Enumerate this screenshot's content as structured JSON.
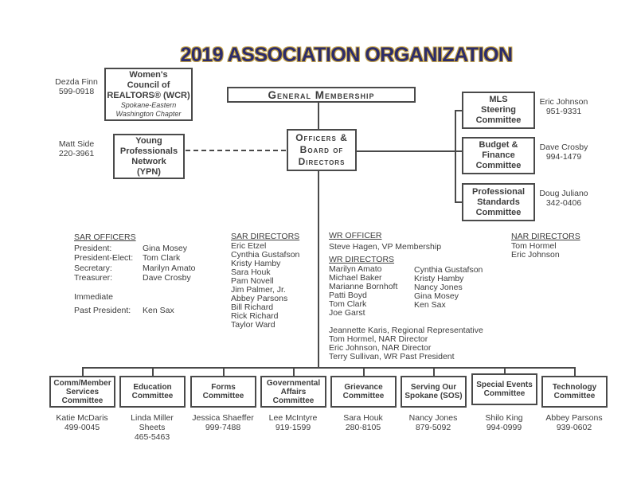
{
  "title": "2019 ASSOCIATION ORGANIZATION",
  "colors": {
    "title_fill": "#2c2c6a",
    "title_outline": "#c9a648",
    "line": "#4a4a4a",
    "text": "#3d3d3d"
  },
  "boxes": {
    "womens_council": {
      "l1": "Women's",
      "l2": "Council of",
      "l3": "REALTORS® (WCR)",
      "sub1": "Spokane-Eastern",
      "sub2": "Washington Chapter"
    },
    "general_membership": {
      "label": "General Membership"
    },
    "ypn": {
      "l1": "Young",
      "l2": "Professionals",
      "l3": "Network",
      "l4": "(YPN)"
    },
    "officers_board": {
      "l1": "Officers &",
      "l2": "Board of",
      "l3": "Directors"
    },
    "mls": {
      "l1": "MLS",
      "l2": "Steering",
      "l3": "Committee"
    },
    "budget": {
      "l1": "Budget &",
      "l2": "Finance",
      "l3": "Committee"
    },
    "prof_standards": {
      "l1": "Professional",
      "l2": "Standards",
      "l3": "Committee"
    }
  },
  "contacts": {
    "dezda": {
      "name": "Dezda Finn",
      "phone": "599-0918"
    },
    "matt": {
      "name": "Matt Side",
      "phone": "220-3961"
    },
    "mls": {
      "name": "Eric Johnson",
      "phone": "951-9331"
    },
    "budget": {
      "name": "Dave Crosby",
      "phone": "994-1479"
    },
    "prof": {
      "name": "Doug Juliano",
      "phone": "342-0406"
    }
  },
  "sar_officers": {
    "heading": "SAR OFFICERS",
    "rows": [
      [
        "President:",
        "Gina Mosey"
      ],
      [
        "President-Elect:",
        "Tom Clark"
      ],
      [
        "Secretary:",
        "Marilyn Amato"
      ],
      [
        "Treasurer:",
        "Dave Crosby"
      ]
    ],
    "immediate": "Immediate",
    "past_label": "Past President:",
    "past_name": "Ken Sax"
  },
  "sar_directors": {
    "heading": "SAR DIRECTORS",
    "names": [
      "Eric Etzel",
      "Cynthia Gustafson",
      "Kristy Hamby",
      "Sara Houk",
      "Pam Novell",
      "Jim Palmer, Jr.",
      "Abbey Parsons",
      "Bill Richard",
      "Rick Richard",
      "Taylor Ward"
    ]
  },
  "wr_officer": {
    "heading": "WR OFFICER",
    "line": "Steve Hagen, VP Membership"
  },
  "wr_directors": {
    "heading": "WR DIRECTORS",
    "col1": [
      "Marilyn Amato",
      "Michael Baker",
      "Marianne Bornhoft",
      "Patti Boyd",
      "Tom Clark",
      "Joe Garst"
    ],
    "col2": [
      "Cynthia Gustafson",
      "Kristy Hamby",
      "Nancy Jones",
      "Gina Mosey",
      "Ken Sax"
    ]
  },
  "wr_notes": [
    "Jeannette Karis, Regional Representative",
    "Tom Hormel, NAR Director",
    "Eric Johnson, NAR Director",
    "Terry Sullivan, WR Past President"
  ],
  "nar_directors": {
    "heading": "NAR DIRECTORS",
    "names": [
      "Tom Hormel",
      "Eric Johnson"
    ]
  },
  "committees": [
    {
      "name_lines": [
        "Comm/Member",
        "Services",
        "Committee"
      ],
      "contact_lines": [
        "Katie McDaris",
        "499-0045"
      ]
    },
    {
      "name_lines": [
        "Education",
        "Committee"
      ],
      "contact_lines": [
        "Linda Miller",
        "Sheets",
        "465-5463"
      ]
    },
    {
      "name_lines": [
        "Forms",
        "Committee"
      ],
      "contact_lines": [
        "Jessica Shaeffer",
        "999-7488"
      ]
    },
    {
      "name_lines": [
        "Governmental",
        "Affairs",
        "Committee"
      ],
      "contact_lines": [
        "Lee McIntyre",
        "919-1599"
      ]
    },
    {
      "name_lines": [
        "Grievance",
        "Committee"
      ],
      "contact_lines": [
        "Sara Houk",
        "280-8105"
      ]
    },
    {
      "name_lines": [
        "Serving Our",
        "Spokane (SOS)"
      ],
      "contact_lines": [
        "Nancy Jones",
        "879-5092"
      ]
    },
    {
      "name_lines": [
        "Special Events",
        "Committee"
      ],
      "contact_lines": [
        "Shilo King",
        "994-0999"
      ]
    },
    {
      "name_lines": [
        "Technology",
        "Committee"
      ],
      "contact_lines": [
        "Abbey Parsons",
        "939-0602"
      ]
    }
  ]
}
